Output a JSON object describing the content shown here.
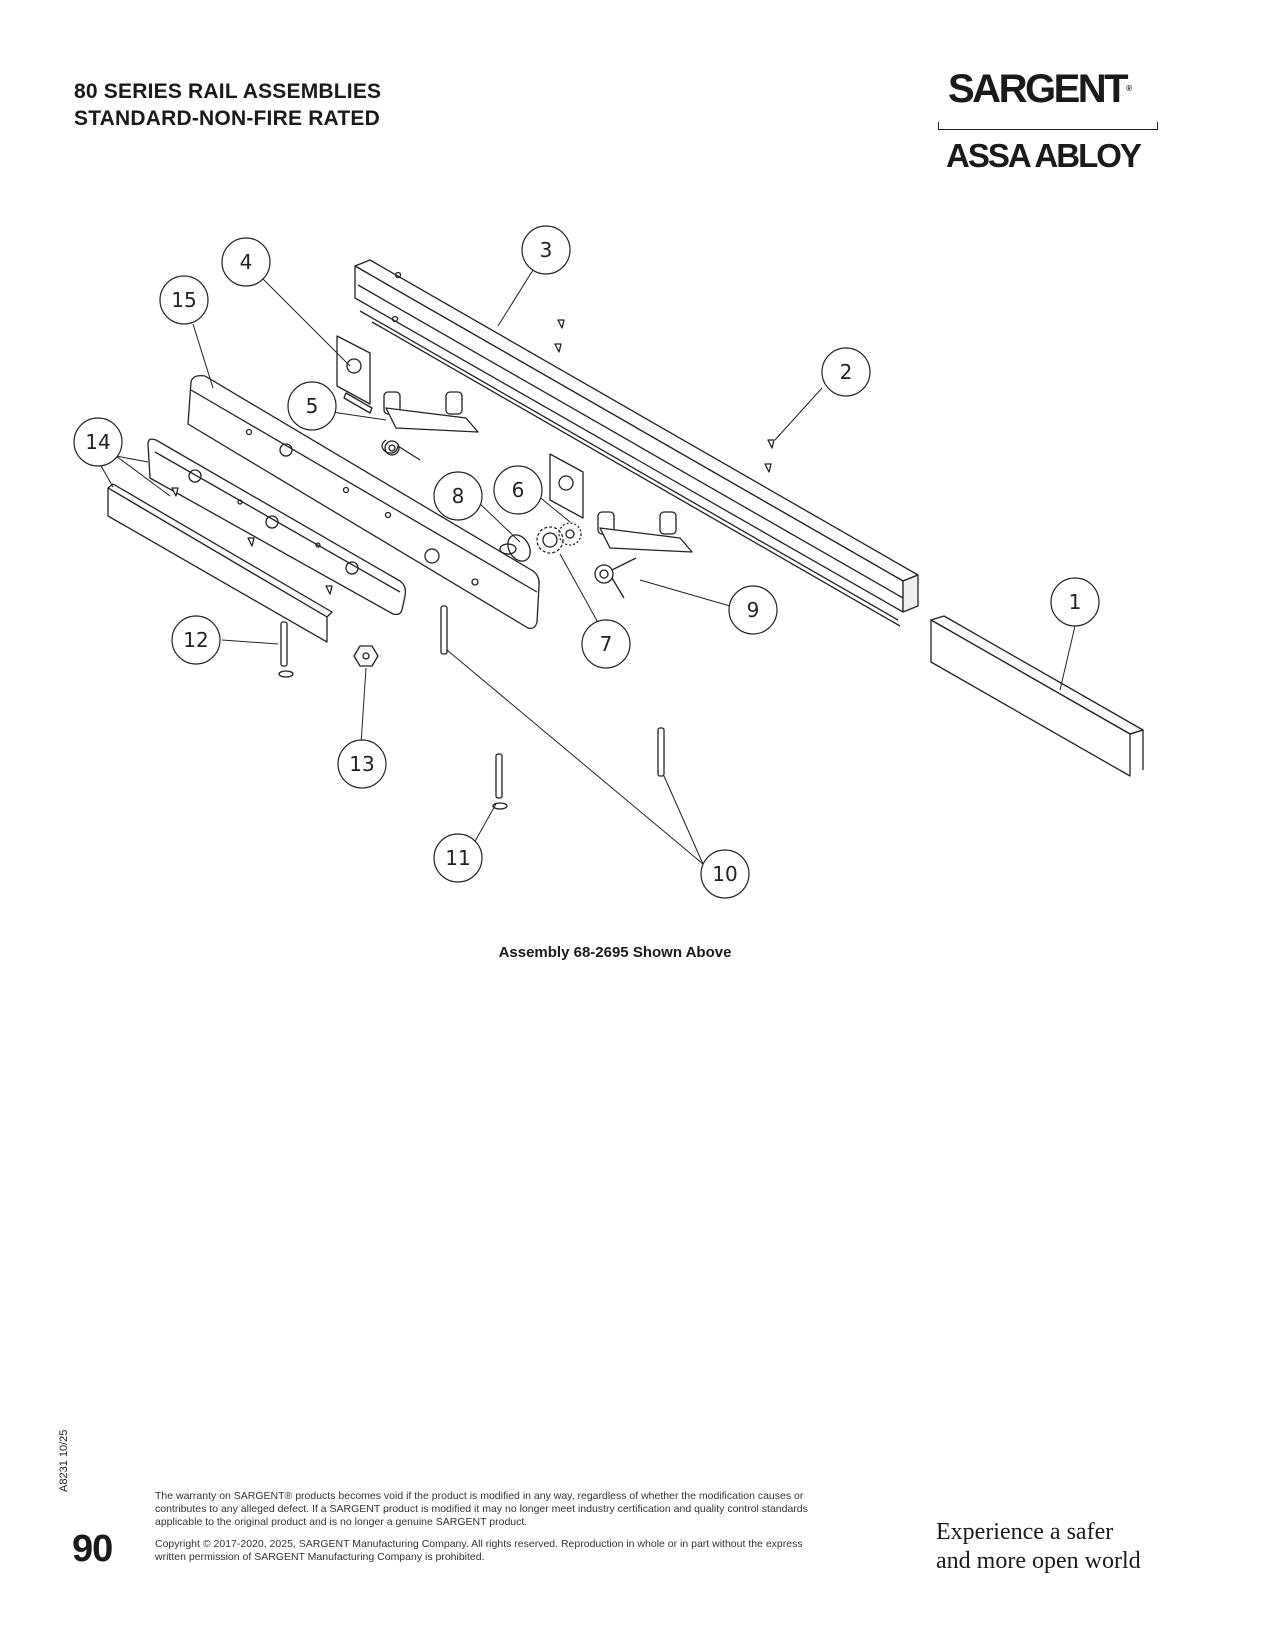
{
  "header": {
    "title_line1": "80 SERIES RAIL ASSEMBLIES",
    "title_line2": "STANDARD-NON-FIRE RATED"
  },
  "brand": {
    "name": "SARGENT",
    "registered_mark": "®",
    "parent": "ASSA ABLOY"
  },
  "diagram": {
    "callouts": [
      "1",
      "2",
      "3",
      "4",
      "5",
      "6",
      "7",
      "8",
      "9",
      "10",
      "11",
      "12",
      "13",
      "14",
      "15"
    ],
    "caption": "Assembly 68-2695 Shown Above"
  },
  "footer": {
    "side_code": "A8231  10/25",
    "page_number": "90",
    "warranty": "The warranty on SARGENT® products becomes void if the product is modified in any way, regardless of whether the modification causes or contributes to any alleged defect. If a SARGENT product is modified it may no longer meet industry certification and quality control standards applicable to the original product and is no longer a genuine SARGENT product.",
    "copyright": "Copyright © 2017-2020, 2025, SARGENT Manufacturing Company. All rights reserved. Reproduction in whole or in part without the express written permission of SARGENT Manufacturing Company is prohibited.",
    "tagline_line1": "Experience a safer",
    "tagline_line2": "and more open world"
  },
  "colors": {
    "ink": "#1a1a1a",
    "line": "#222222",
    "background": "#ffffff"
  }
}
